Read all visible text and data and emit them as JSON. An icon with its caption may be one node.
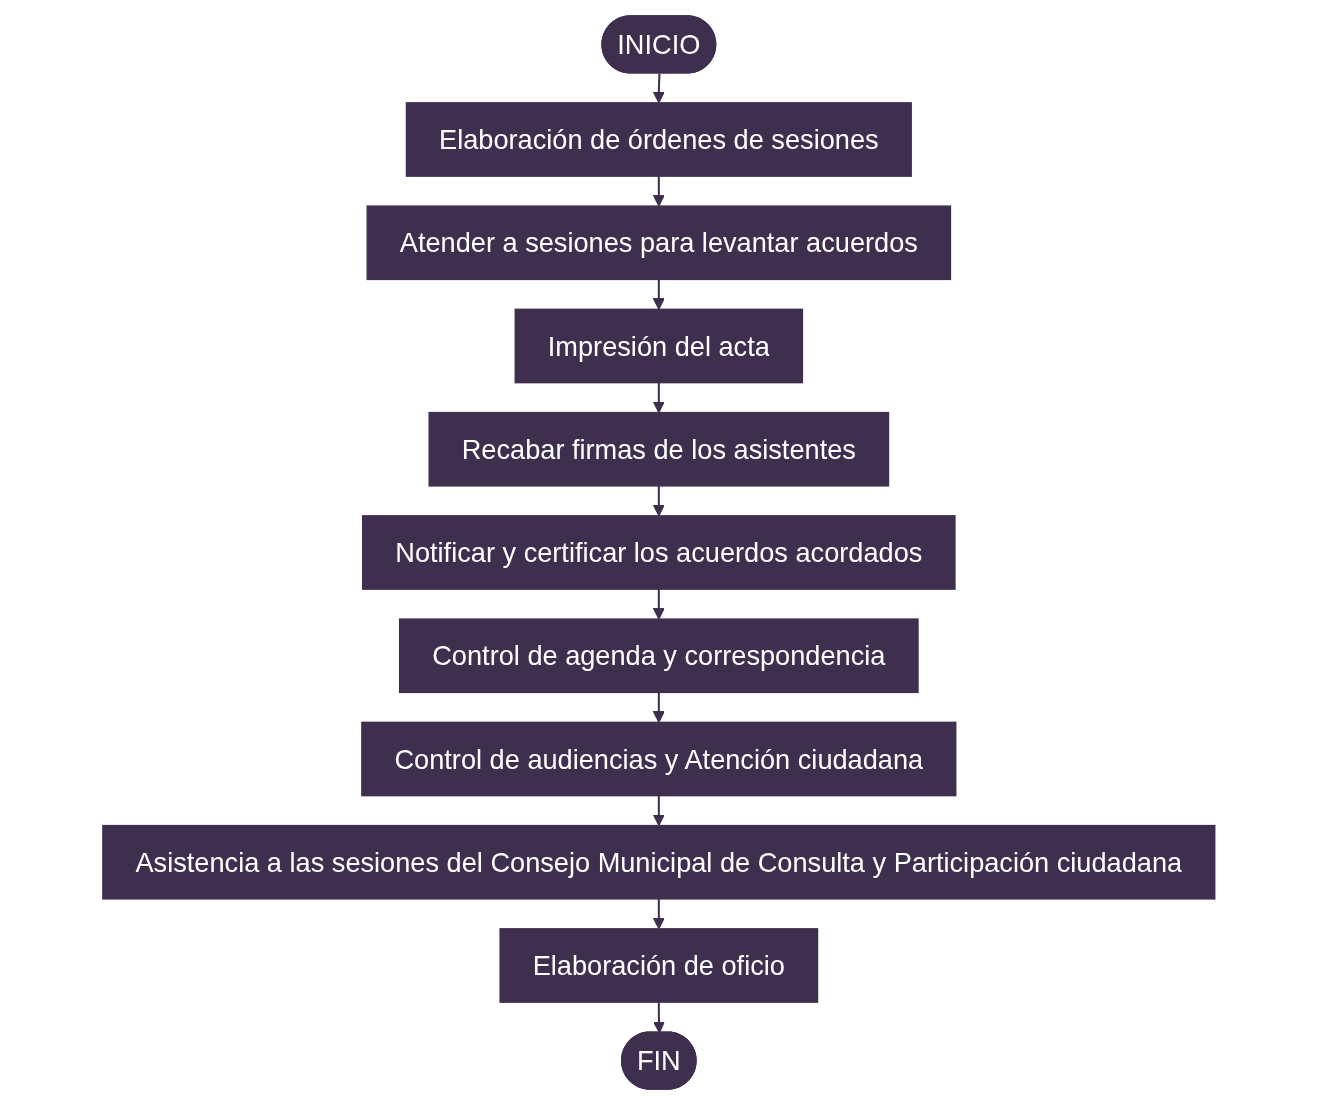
{
  "diagram": {
    "nodes": [
      {
        "text": [
          "INICIO"
        ]
      },
      {
        "text": [
          "Elaboración de órdenes de sesiones"
        ]
      },
      {
        "text": [
          "Atender a sesiones para levantar acuerdos"
        ]
      },
      {
        "text": [
          "Impresión del acta"
        ]
      },
      {
        "text": [
          "Recabar firmas de los asistentes"
        ]
      },
      {
        "text": [
          "Notificar y certificar los acuerdos acordados"
        ]
      },
      {
        "text": [
          "Control de agenda y correspondencia"
        ]
      },
      {
        "text": [
          "Control de audiencias y Atención ciudadana"
        ]
      },
      {
        "text": [
          "Asistencia a las sesiones del Consejo Municipal de Consulta y Participación ciudadana"
        ]
      },
      {
        "text": [
          "Elaboración de oficio"
        ]
      },
      {
        "text": [
          "FIN"
        ]
      }
    ],
    "edges": [
      {
        "from": 0,
        "to": 1,
        "arrow": "to"
      },
      {
        "from": 1,
        "to": 2,
        "arrow": "to"
      },
      {
        "from": 2,
        "to": 3,
        "arrow": "to"
      },
      {
        "from": 3,
        "to": 4,
        "arrow": "to"
      },
      {
        "from": 4,
        "to": 5,
        "arrow": "to"
      },
      {
        "from": 5,
        "to": 6,
        "arrow": "to"
      },
      {
        "from": 6,
        "to": 7,
        "arrow": "to"
      },
      {
        "from": 7,
        "to": 8,
        "arrow": "to"
      },
      {
        "from": 8,
        "to": 9,
        "arrow": "to"
      },
      {
        "from": 9,
        "to": 10,
        "arrow": "to"
      }
    ]
  }
}
